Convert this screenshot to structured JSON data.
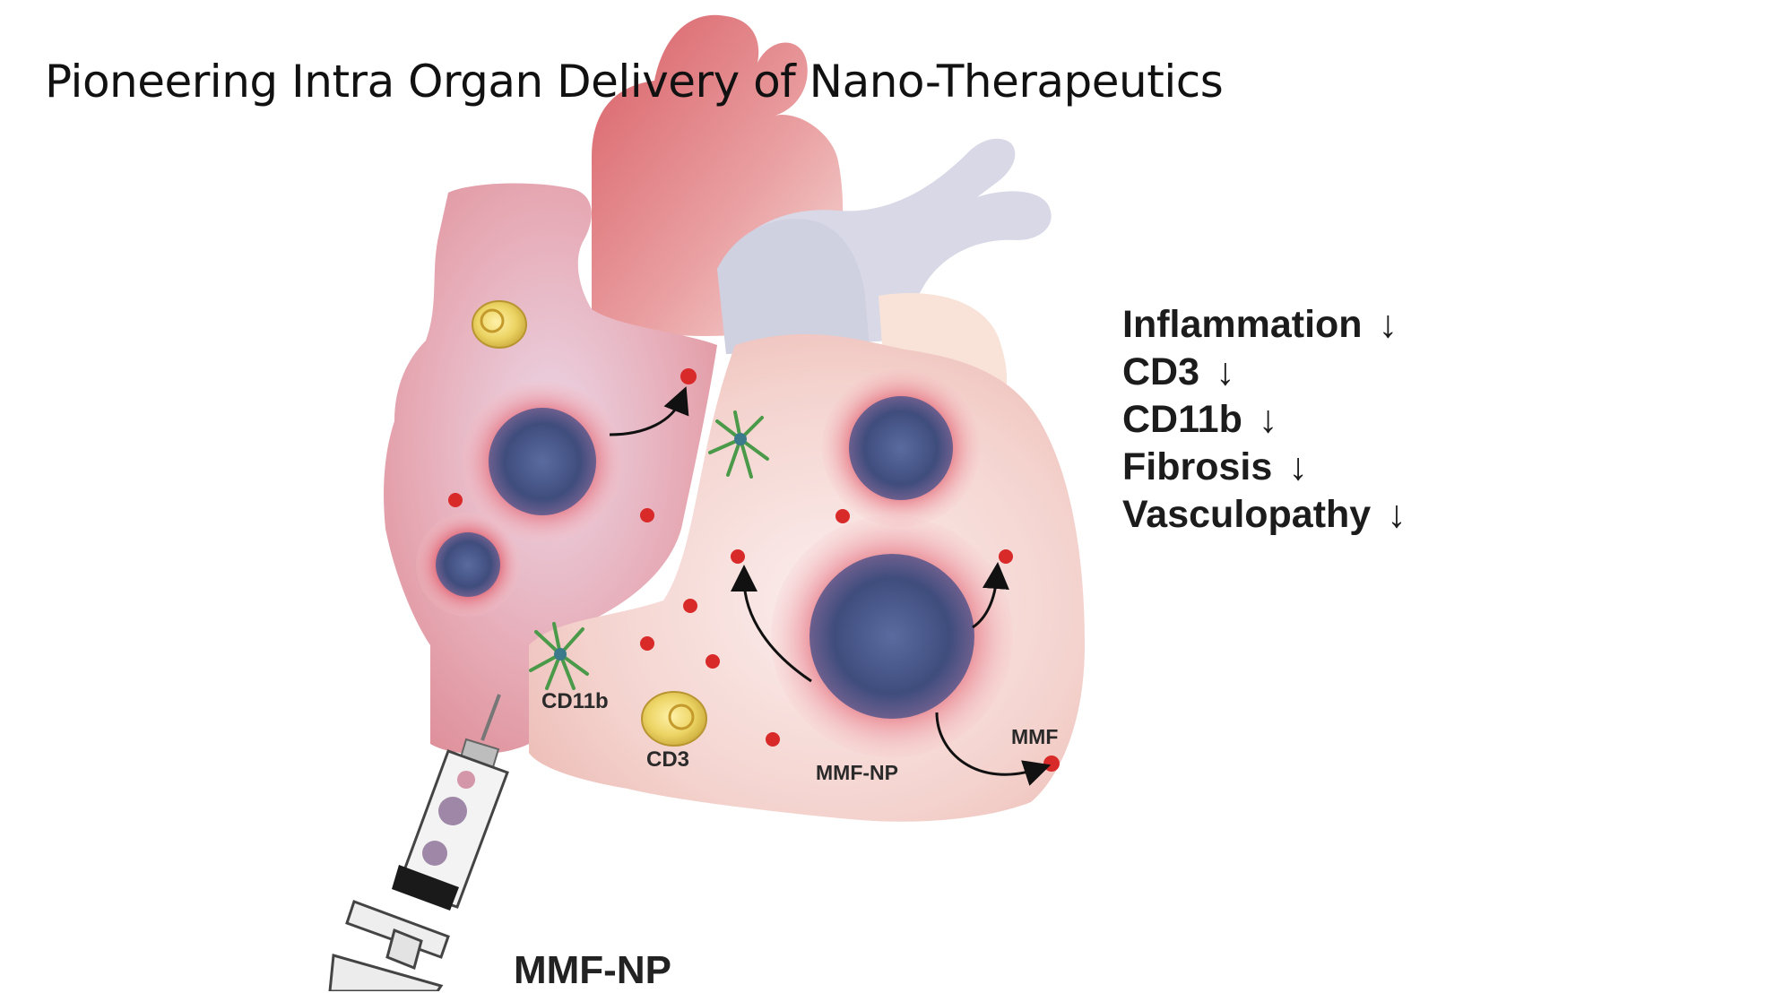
{
  "title": "Pioneering Intra Organ Delivery of Nano-Therapeutics",
  "diagram_labels": {
    "cd11b": "CD11b",
    "cd3": "CD3",
    "mmf_np": "MMF-NP",
    "mmf": "MMF"
  },
  "effects": [
    {
      "label": "Inflammation",
      "arrow": "↓"
    },
    {
      "label": "CD3",
      "arrow": "↓"
    },
    {
      "label": "CD11b",
      "arrow": "↓"
    },
    {
      "label": "Fibrosis",
      "arrow": "↓"
    },
    {
      "label": "Vasculopathy",
      "arrow": "↓"
    }
  ],
  "caption": "MMF-NP",
  "colors": {
    "heart_pink": "#e9a1a6",
    "heart_red": "#d86b70",
    "vessel_gray": "#d6d6e2",
    "nanoparticle_core": "#4c5a8a",
    "nanoparticle_fringe": "#e57378",
    "drug_dot": "#d92a2a",
    "dendritic_cell": "#4a9a4a",
    "t_cell": "#e7cf55"
  }
}
